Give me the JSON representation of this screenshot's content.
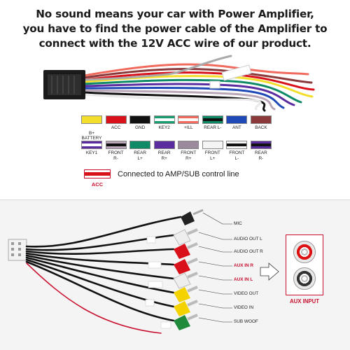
{
  "headline": [
    "No sound means your car with Power Amplifier,",
    "you have to find the power cable of the Amplifier to",
    "connect with the 12V ACC wire of our product."
  ],
  "swatch_rows": [
    [
      {
        "label": "B+\nBATTERY",
        "fill": "#f3de2c",
        "stripe": ""
      },
      {
        "label": "ACC",
        "fill": "#d8111a",
        "stripe": ""
      },
      {
        "label": "GND",
        "fill": "#111111",
        "stripe": ""
      },
      {
        "label": "KEY2",
        "fill": "#169e6e",
        "stripe": "#ffffff"
      },
      {
        "label": "+ILL",
        "fill": "#f06a5d",
        "stripe": "#ffffff"
      },
      {
        "label": "REAR L-",
        "fill": "#0e8a66",
        "stripe": "#111111"
      },
      {
        "label": "ANT",
        "fill": "#2049b8",
        "stripe": ""
      },
      {
        "label": "BACK",
        "fill": "#8a3a3a",
        "stripe": ""
      }
    ],
    [
      {
        "label": "KEY1",
        "fill": "#5b2ca0",
        "stripe": "#ffffff"
      },
      {
        "label": "FRONT\nR-",
        "fill": "#b9a7b8",
        "stripe": "#111111"
      },
      {
        "label": "REAR\nL+",
        "fill": "#0e8a66",
        "stripe": ""
      },
      {
        "label": "REAR\nR+",
        "fill": "#5b2ca0",
        "stripe": ""
      },
      {
        "label": "FRONT\nR+",
        "fill": "#9a8a9c",
        "stripe": ""
      },
      {
        "label": "FRONT\nL+",
        "fill": "#f4f4f4",
        "stripe": ""
      },
      {
        "label": "FRONT\nL-",
        "fill": "#f4f4f4",
        "stripe": "#111111"
      },
      {
        "label": "REAR\nR-",
        "fill": "#5b2ca0",
        "stripe": "#111111"
      }
    ]
  ],
  "acc_legend": {
    "label": "ACC",
    "text": "Connected to AMP/SUB control line",
    "color": "#c8102e"
  },
  "plug_labels": [
    {
      "text": "MIC",
      "highlight": false
    },
    {
      "text": "AUDIO OUT L",
      "highlight": false
    },
    {
      "text": "AUDIO OUT R",
      "highlight": false
    },
    {
      "text": "AUX IN R",
      "highlight": true
    },
    {
      "text": "AUX IN L",
      "highlight": true
    },
    {
      "text": "VIDEO OUT",
      "highlight": false
    },
    {
      "text": "VIDEO IN",
      "highlight": false
    },
    {
      "text": "SUB WOOF",
      "highlight": false
    }
  ],
  "aux_input": {
    "label": "AUX INPUT"
  },
  "colors": {
    "accent_red": "#c8102e",
    "background_bottom": "#f4f4f4"
  }
}
